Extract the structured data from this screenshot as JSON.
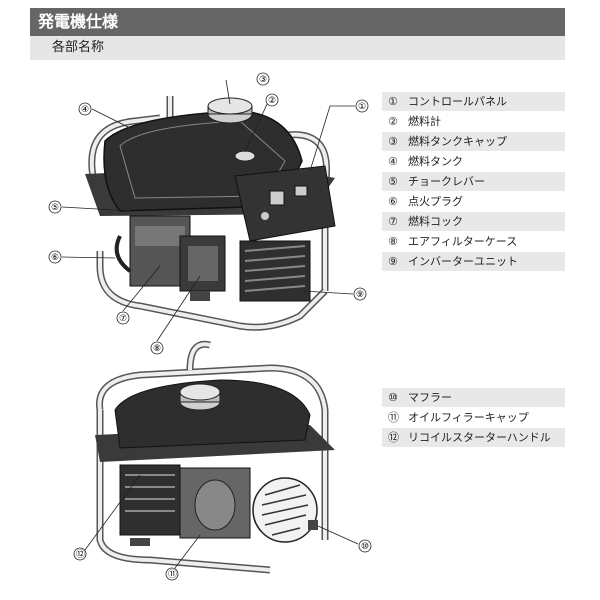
{
  "header": {
    "title": "発電機仕様",
    "subtitle": "各部名称"
  },
  "legend_top": [
    {
      "num": "①",
      "label": "コントロールパネル"
    },
    {
      "num": "②",
      "label": "燃料計"
    },
    {
      "num": "③",
      "label": "燃料タンクキャップ"
    },
    {
      "num": "④",
      "label": "燃料タンク"
    },
    {
      "num": "⑤",
      "label": "チョークレバー"
    },
    {
      "num": "⑥",
      "label": "点火プラグ"
    },
    {
      "num": "⑦",
      "label": "燃料コック"
    },
    {
      "num": "⑧",
      "label": "エアフィルターケース"
    },
    {
      "num": "⑨",
      "label": "インバーターユニット"
    }
  ],
  "legend_bottom": [
    {
      "num": "⑩",
      "label": "マフラー"
    },
    {
      "num": "⑪",
      "label": "オイルフィラーキャップ"
    },
    {
      "num": "⑫",
      "label": "リコイルスターターハンドル"
    }
  ],
  "callouts": {
    "c1": "①",
    "c2": "②",
    "c3": "③",
    "c4": "④",
    "c5": "⑤",
    "c6": "⑥",
    "c7": "⑦",
    "c8": "⑧",
    "c9": "⑨",
    "c10": "⑩",
    "c11": "⑪",
    "c12": "⑫"
  },
  "colors": {
    "header_bg": "#666666",
    "subheader_bg": "#e6e6e6",
    "row_shade": "#e8e8e8",
    "drawing_dark": "#3a3a3a",
    "drawing_light": "#f2f2f2"
  }
}
